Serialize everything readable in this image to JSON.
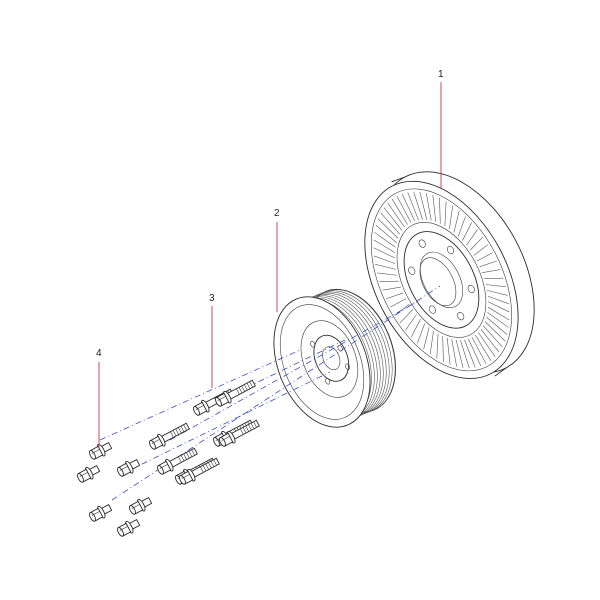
{
  "colors": {
    "outline": "#2b2b2b",
    "leader_line": "#c0394b",
    "axis_line": "#3b4fc4",
    "background": "#ffffff"
  },
  "callouts": [
    {
      "id": "1",
      "label": "1",
      "part": "damper"
    },
    {
      "id": "2",
      "label": "2",
      "part": "pulley"
    },
    {
      "id": "3",
      "label": "3",
      "part": "long-bolts"
    },
    {
      "id": "4",
      "label": "4",
      "part": "short-bolts"
    }
  ]
}
